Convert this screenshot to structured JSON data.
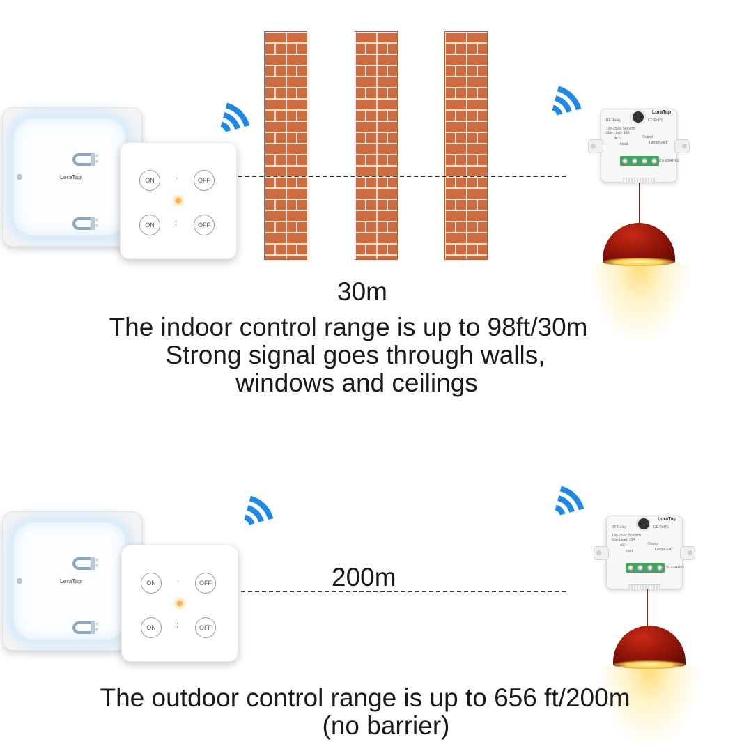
{
  "brand": "LoraTap",
  "remote_buttons": {
    "on": "ON",
    "off": "OFF"
  },
  "relay": {
    "brand": "LoraTap",
    "model": "RF Relay",
    "rating": "100-250V, 50/60Hz",
    "max_load": "Max Load: 10A",
    "ac_label": "AC~",
    "input_label": "Input",
    "output_label": "Output",
    "lamp_label": "Lamp/Load",
    "freq": "DS-104RHG",
    "marks": "CE RoHS"
  },
  "indoor": {
    "distance": "30m",
    "lines": [
      "The indoor control range is up to 98ft/30m",
      "Strong signal goes through walls,",
      "windows and ceilings"
    ]
  },
  "outdoor": {
    "distance": "200m",
    "lines": [
      "The outdoor control range is up to 656 ft/200m",
      "(no barrier)"
    ]
  },
  "colors": {
    "brick": "#cd6d3f",
    "mortar": "#f2e4da",
    "wifi": "#1e88e5",
    "lamp_shade": "#8e1408",
    "light": "#ffd34d",
    "led": "#ffb347"
  },
  "icons": [
    "wifi-signal-icon",
    "magnet-icon"
  ]
}
